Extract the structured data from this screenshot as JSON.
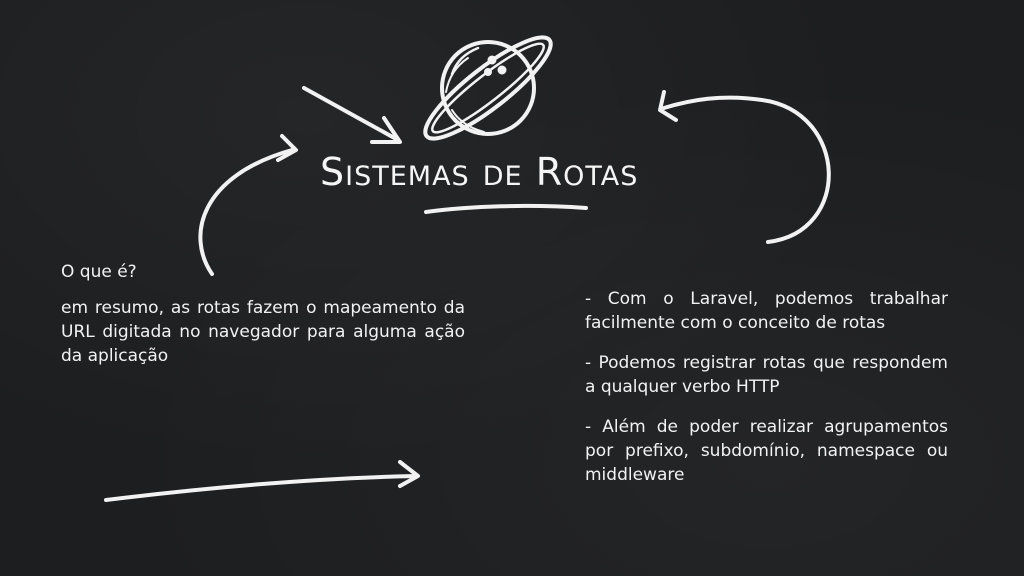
{
  "slide": {
    "title": "Sistemas de Rotas",
    "left": {
      "question": "O que é?",
      "answer": "em resumo, as rotas fazem o mapeamento da URL digitada no navegador para alguma ação da aplicação"
    },
    "right": {
      "bullets": [
        "- Com o Laravel, podemos trabalhar facilmente com o conceito de rotas",
        "- Podemos registrar rotas que respondem a qualquer verbo HTTP",
        "- Além de poder realizar agrupamentos por prefixo, subdomínio, namespace ou middleware"
      ]
    },
    "doodles": [
      "planet-icon",
      "arrow-icon",
      "underline-stroke"
    ],
    "colors": {
      "background": "#1d1e20",
      "chalk": "#f2f2f2"
    }
  }
}
